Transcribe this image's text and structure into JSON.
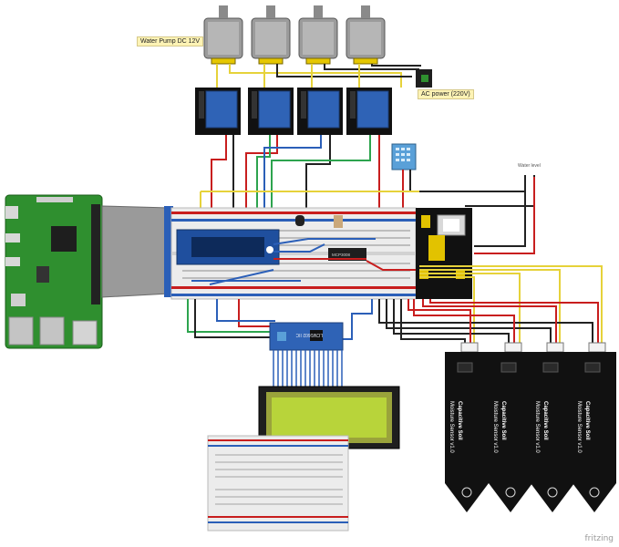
{
  "labels": {
    "pump": "Water Pump DC 12V",
    "ac_power": "AC power (220V)",
    "water_level": "Water level"
  },
  "lcd_module": {
    "backpack_text": "LCM1602 IIC"
  },
  "chips": {
    "adc": "MCP3008"
  },
  "sensors": [
    {
      "title": "Capacitive Soil",
      "subtitle": "Moisture Sensor v1.0"
    },
    {
      "title": "Capacitive Soil",
      "subtitle": "Moisture Sensor v1.0"
    },
    {
      "title": "Capacitive Soil",
      "subtitle": "Moisture Sensor v1.0"
    },
    {
      "title": "Capacitive Soil",
      "subtitle": "Moisture Sensor v1.0"
    }
  ],
  "watermark": "fritzing",
  "colors": {
    "pcb_green": "#2f8f2f",
    "relay_blue": "#2f63b6",
    "lcd_screen": "#b8d43a",
    "sensor_black": "#111111",
    "wire_red": "#c81e1e",
    "wire_yellow": "#e6d23a",
    "wire_green": "#2da44e",
    "wire_blue": "#2b5fb8"
  }
}
